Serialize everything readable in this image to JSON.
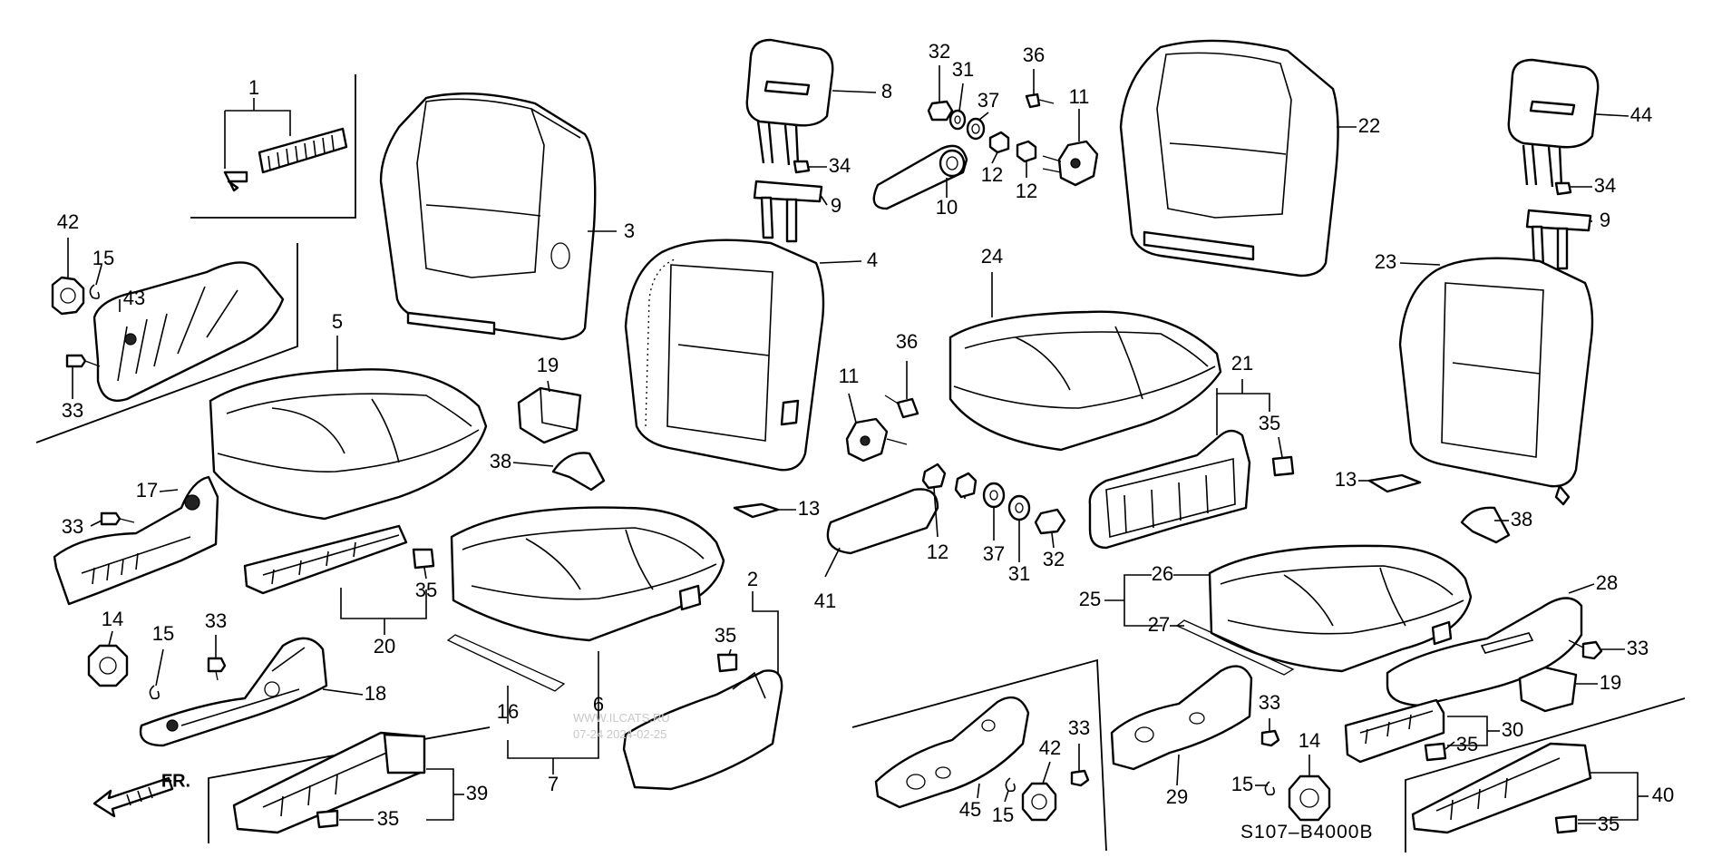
{
  "diagram_code": "S107–B4000B",
  "direction_label": "FR.",
  "watermark": [
    "WWW.ILCATS.RU",
    "07-24 2024-02-25"
  ],
  "parts": [
    {
      "no": "1"
    },
    {
      "no": "2"
    },
    {
      "no": "3"
    },
    {
      "no": "4"
    },
    {
      "no": "5"
    },
    {
      "no": "6"
    },
    {
      "no": "7"
    },
    {
      "no": "8"
    },
    {
      "no": "9"
    },
    {
      "no": "10"
    },
    {
      "no": "11"
    },
    {
      "no": "12"
    },
    {
      "no": "13"
    },
    {
      "no": "14"
    },
    {
      "no": "15"
    },
    {
      "no": "16"
    },
    {
      "no": "17"
    },
    {
      "no": "18"
    },
    {
      "no": "19"
    },
    {
      "no": "20"
    },
    {
      "no": "21"
    },
    {
      "no": "22"
    },
    {
      "no": "23"
    },
    {
      "no": "24"
    },
    {
      "no": "25"
    },
    {
      "no": "26"
    },
    {
      "no": "27"
    },
    {
      "no": "28"
    },
    {
      "no": "29"
    },
    {
      "no": "30"
    },
    {
      "no": "31"
    },
    {
      "no": "32"
    },
    {
      "no": "33"
    },
    {
      "no": "34"
    },
    {
      "no": "35"
    },
    {
      "no": "36"
    },
    {
      "no": "37"
    },
    {
      "no": "38"
    },
    {
      "no": "39"
    },
    {
      "no": "40"
    },
    {
      "no": "41"
    },
    {
      "no": "42"
    },
    {
      "no": "43"
    },
    {
      "no": "44"
    },
    {
      "no": "45"
    }
  ]
}
